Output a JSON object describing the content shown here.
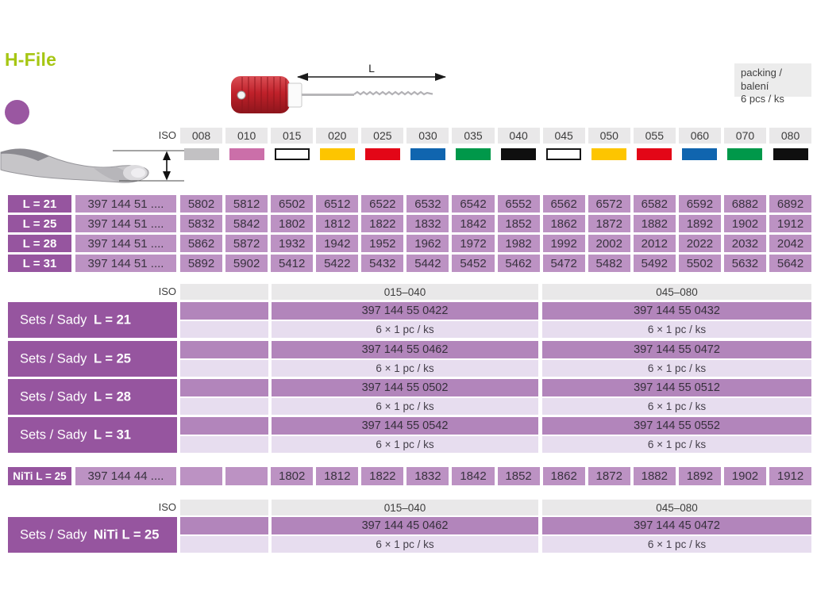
{
  "title": "H-File",
  "packing": {
    "line1": "packing / balení",
    "line2": "6 pcs / ks"
  },
  "diagram": {
    "length_label": "L"
  },
  "palette": {
    "title_green": "#a6c613",
    "circle_purple": "#9a57a1",
    "dark_purple": "#96559f",
    "medium_purple": "#b285bb",
    "value_purple": "#bc92c3",
    "light_purple": "#e7ddef",
    "header_gray": "#e9e8e9",
    "handle_red": "#c0212a"
  },
  "iso": {
    "label": "ISO",
    "swatches": [
      {
        "size": "008",
        "color": "#c2c1c3",
        "outlined": false
      },
      {
        "size": "010",
        "color": "#cb6fa9",
        "outlined": false
      },
      {
        "size": "015",
        "color": "#ffffff",
        "outlined": true
      },
      {
        "size": "020",
        "color": "#fdc500",
        "outlined": false
      },
      {
        "size": "025",
        "color": "#e30617",
        "outlined": false
      },
      {
        "size": "030",
        "color": "#1065af",
        "outlined": false
      },
      {
        "size": "035",
        "color": "#00984a",
        "outlined": false
      },
      {
        "size": "040",
        "color": "#0f0f0f",
        "outlined": false
      },
      {
        "size": "045",
        "color": "#ffffff",
        "outlined": true
      },
      {
        "size": "050",
        "color": "#fdc500",
        "outlined": false
      },
      {
        "size": "055",
        "color": "#e30617",
        "outlined": false
      },
      {
        "size": "060",
        "color": "#1065af",
        "outlined": false
      },
      {
        "size": "070",
        "color": "#00984a",
        "outlined": false
      },
      {
        "size": "080",
        "color": "#0f0f0f",
        "outlined": false
      }
    ]
  },
  "main_table": {
    "rows": [
      {
        "label": "L = 21",
        "catalog": "397 144 51 ....",
        "values": [
          "5802",
          "5812",
          "6502",
          "6512",
          "6522",
          "6532",
          "6542",
          "6552",
          "6562",
          "6572",
          "6582",
          "6592",
          "6882",
          "6892"
        ]
      },
      {
        "label": "L = 25",
        "catalog": "397 144 51 ....",
        "values": [
          "5832",
          "5842",
          "1802",
          "1812",
          "1822",
          "1832",
          "1842",
          "1852",
          "1862",
          "1872",
          "1882",
          "1892",
          "1902",
          "1912"
        ]
      },
      {
        "label": "L = 28",
        "catalog": "397 144 51 ....",
        "values": [
          "5862",
          "5872",
          "1932",
          "1942",
          "1952",
          "1962",
          "1972",
          "1982",
          "1992",
          "2002",
          "2012",
          "2022",
          "2032",
          "2042"
        ]
      },
      {
        "label": "L = 31",
        "catalog": "397 144 51 ....",
        "values": [
          "5892",
          "5902",
          "5412",
          "5422",
          "5432",
          "5442",
          "5452",
          "5462",
          "5472",
          "5482",
          "5492",
          "5502",
          "5632",
          "5642"
        ]
      }
    ]
  },
  "sets_table": {
    "iso_label": "ISO",
    "columns": [
      "015–040",
      "045–080"
    ],
    "rows": [
      {
        "label": "Sets / Sady",
        "length": "L = 21",
        "cells": [
          {
            "code": "397 144 55 0422",
            "pack": "6 × 1 pc / ks"
          },
          {
            "code": "397 144 55 0432",
            "pack": "6 × 1 pc / ks"
          }
        ]
      },
      {
        "label": "Sets / Sady",
        "length": "L = 25",
        "cells": [
          {
            "code": "397 144 55 0462",
            "pack": "6 × 1 pc / ks"
          },
          {
            "code": "397 144 55 0472",
            "pack": "6 × 1 pc / ks"
          }
        ]
      },
      {
        "label": "Sets / Sady",
        "length": "L = 28",
        "cells": [
          {
            "code": "397 144 55 0502",
            "pack": "6 × 1 pc / ks"
          },
          {
            "code": "397 144 55 0512",
            "pack": "6 × 1 pc / ks"
          }
        ]
      },
      {
        "label": "Sets / Sady",
        "length": "L = 31",
        "cells": [
          {
            "code": "397 144 55 0542",
            "pack": "6 × 1 pc / ks"
          },
          {
            "code": "397 144 55 0552",
            "pack": "6 × 1 pc / ks"
          }
        ]
      }
    ]
  },
  "niti_row": {
    "label": "NiTi L = 25",
    "catalog": "397 144 44 ....",
    "values": [
      "",
      "",
      "1802",
      "1812",
      "1822",
      "1832",
      "1842",
      "1852",
      "1862",
      "1872",
      "1882",
      "1892",
      "1902",
      "1912"
    ]
  },
  "niti_sets_table": {
    "iso_label": "ISO",
    "columns": [
      "015–040",
      "045–080"
    ],
    "rows": [
      {
        "label": "Sets / Sady",
        "length": "NiTi L = 25",
        "cells": [
          {
            "code": "397 144 45 0462",
            "pack": "6 × 1 pc / ks"
          },
          {
            "code": "397 144 45 0472",
            "pack": "6 × 1 pc / ks"
          }
        ]
      }
    ]
  }
}
